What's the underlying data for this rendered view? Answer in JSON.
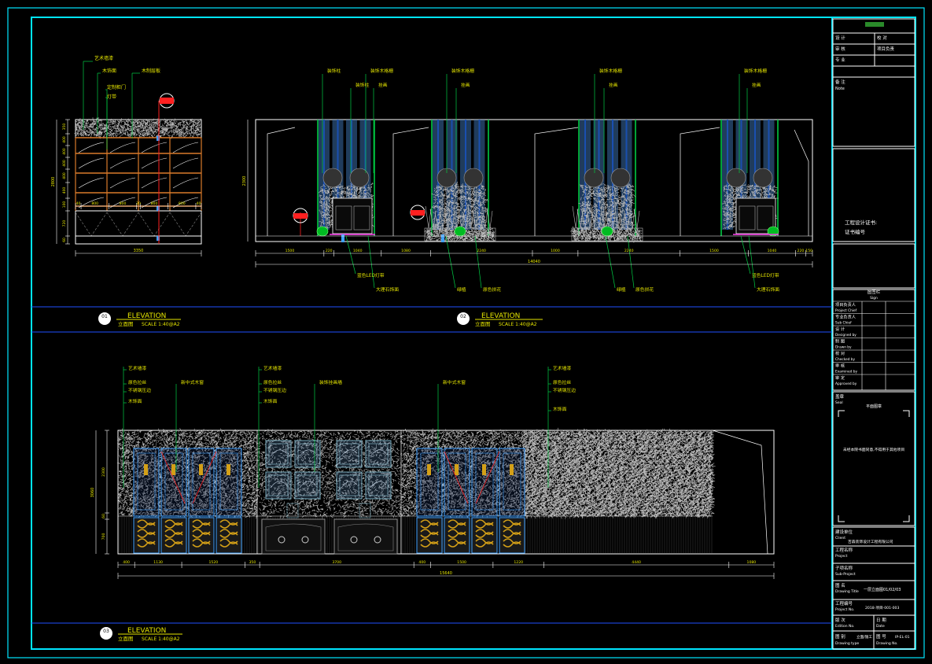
{
  "colors": {
    "border": "#00e5ff",
    "line": "#ffffff",
    "label": "#e6e600",
    "leader": "#00cc44",
    "cabinet": "#d4a017",
    "section": "#ff2020",
    "glass": "#3a6ea8",
    "dim": "#ffffff"
  },
  "elev1": {
    "labels": [
      "艺术墙漆",
      "木饰面",
      "定制柜门",
      "木制层板",
      "灯带"
    ],
    "dims_v": [
      "350",
      "400",
      "400",
      "400",
      "400",
      "400",
      "100",
      "720",
      "60"
    ],
    "dims_v_total": "2800",
    "dims_h": [
      "40",
      "800",
      "800",
      "20",
      "800",
      "800",
      "40"
    ],
    "dims_total": "3350",
    "title": "ELEVATION",
    "subtitle": "立面图",
    "scale": "SCALE 1:40@A2",
    "num": "01"
  },
  "elev2": {
    "labels_top": [
      "装饰柱",
      "装饰木格栅",
      "装饰柱",
      "挂画",
      "装饰木格栅",
      "挂画",
      "装饰木格栅",
      "挂画",
      "装饰木格栅",
      "挂画"
    ],
    "labels_bottom": [
      "蓝色LED灯带",
      "大理石饰面",
      "绿植",
      "原色拼花",
      "绿植",
      "原色拼花",
      "蓝色LED灯带",
      "大理石饰面"
    ],
    "dims_h": [
      "1500",
      "220",
      "1040",
      "1080",
      "2240",
      "1000",
      "2240",
      "1500",
      "1040",
      "220",
      "150"
    ],
    "dims_total": "14040",
    "dims_v": "2300",
    "title": "ELEVATION",
    "subtitle": "立面图",
    "scale": "SCALE 1:40@A2",
    "num": "02"
  },
  "elev3": {
    "labels": [
      "艺术墙漆",
      "原色拉丝",
      "不锈钢压边",
      "木饰面",
      "新中式木窗",
      "艺术墙漆",
      "原色拉丝",
      "不锈钢压边",
      "木饰面",
      "装饰挂画墙",
      "新中式木窗",
      "艺术墙漆",
      "原色拉丝",
      "不锈钢压边",
      "木饰面"
    ],
    "dims_h": [
      "400",
      "1130",
      "1520",
      "350",
      "3700",
      "400",
      "1500",
      "1220",
      "4440",
      "1080"
    ],
    "dims_total": "15640",
    "dims_v": [
      "2300",
      "60",
      "700"
    ],
    "dims_v_total": "3060",
    "title": "ELEVATION",
    "subtitle": "立面图",
    "scale": "SCALE 1:40@A2",
    "num": "03"
  },
  "titleblock": {
    "header": "",
    "rows_top": [
      [
        "设 计",
        "校 对"
      ],
      [
        "审 核",
        "项目负责"
      ],
      [
        "专 业",
        ""
      ]
    ],
    "note_cn": "备 注",
    "note_en": "Note",
    "stamp_title": "工程设计证书:",
    "stamp_no": "证书编号",
    "sign_cn": "图签栏",
    "sign_en": "Sign",
    "sign_rows": [
      [
        "项目负责人",
        "Project Chief"
      ],
      [
        "专业负责人",
        "Sub Chief"
      ],
      [
        "设 计",
        "Designed by"
      ],
      [
        "制 图",
        "Drawn by"
      ],
      [
        "校 对",
        "Checked by"
      ],
      [
        "审 核",
        "Examined by"
      ],
      [
        "审 定",
        "Approved by"
      ]
    ],
    "seal_cn": "盖章",
    "seal_en": "Seal",
    "seal_text": "平面图章",
    "seal_note": "未经本院书面同意,不得用于其他项目",
    "client_cn": "建设单位",
    "client_en": "Client",
    "client_name": "吉森装饰设计工程有限公司",
    "project_cn": "工程名称",
    "project_en": "Project",
    "subproject_cn": "子项名称",
    "subproject_en": "Sub-Project",
    "drawing_cn": "图 名",
    "drawing_en": "Drawing Title",
    "drawing_title": "一层立面图01/02/03",
    "projno_cn": "工程编号",
    "projno_en": "Project No.",
    "projno": "2018-项目-001-003",
    "edition_cn": "版 次",
    "edition_en": "Edition No.",
    "date_cn": "日 期",
    "date_en": "Date",
    "type_cn": "图 别",
    "type_en": "Drawing type",
    "type_val": "立面/施工",
    "no_cn": "图 号",
    "no_en": "Drawing No.",
    "no_val": "IP-EL-01"
  }
}
